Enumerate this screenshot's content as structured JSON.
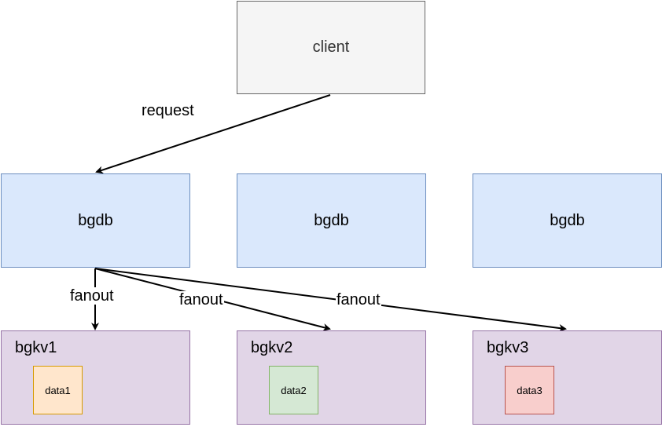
{
  "nodes": {
    "client": "client",
    "bgdb": [
      "bgdb",
      "bgdb",
      "bgdb"
    ],
    "bgkv": [
      {
        "name": "bgkv1",
        "data": "data1"
      },
      {
        "name": "bgkv2",
        "data": "data2"
      },
      {
        "name": "bgkv3",
        "data": "data3"
      }
    ]
  },
  "edges": {
    "request": "request",
    "fanout": [
      "fanout",
      "fanout",
      "fanout"
    ]
  },
  "colors": {
    "client_fill": "#f5f5f5",
    "bgdb_fill": "#dae8fc",
    "bgkv_fill": "#e1d5e7",
    "data1_fill": "#ffe6cc",
    "data2_fill": "#d5e8d4",
    "data3_fill": "#f8cecc"
  }
}
